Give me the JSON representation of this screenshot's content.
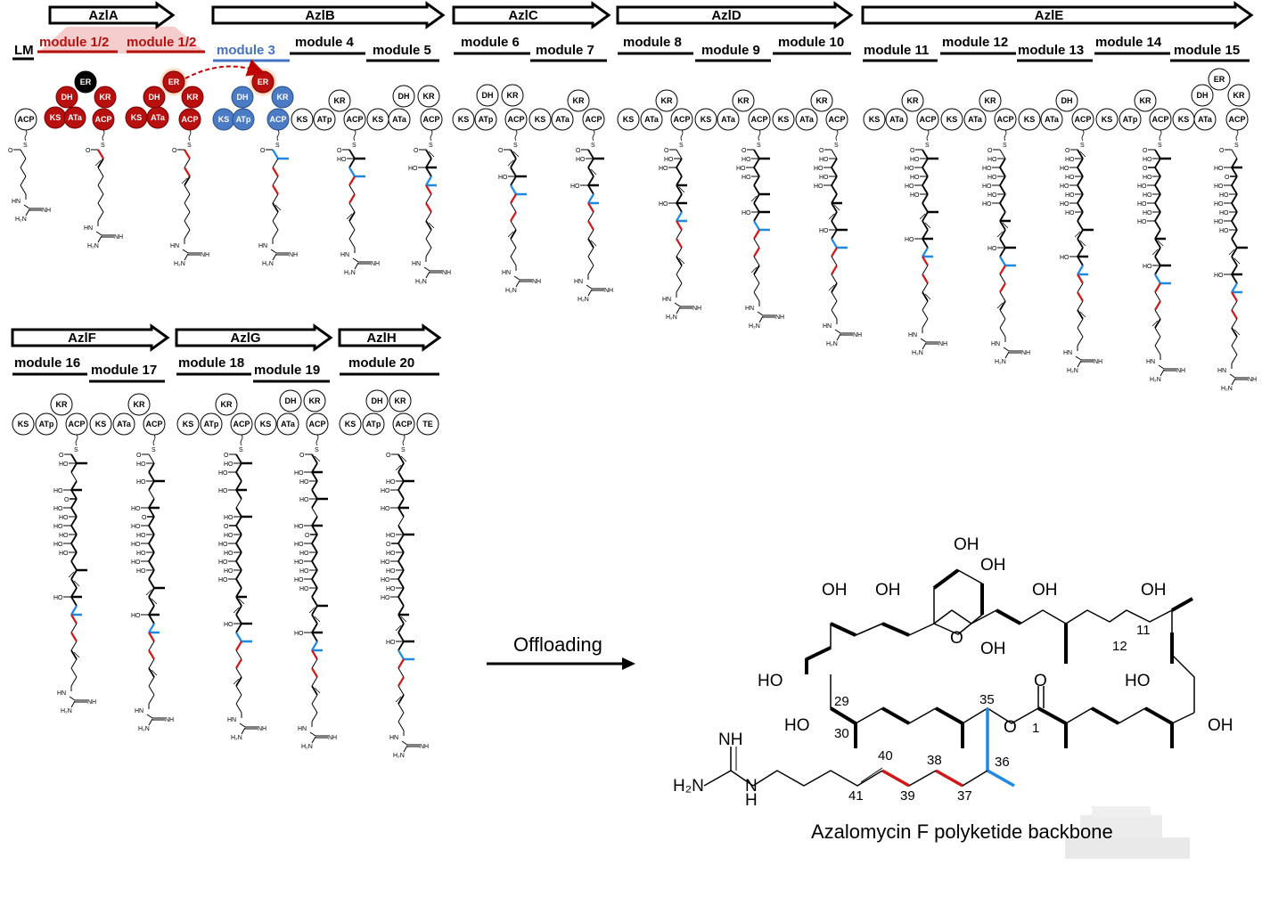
{
  "title": "Azalomycin F polyketide synthase assembly line",
  "colors": {
    "loading_red": "#b80f0f",
    "module3_blue": "#4472c4",
    "er_glow": "#f4b183",
    "reduction_red": "#d01818",
    "methyl_blue": "#1e88e5",
    "black": "#000000"
  },
  "genes": [
    {
      "id": "AzlA",
      "label": "AzlA",
      "row": 1
    },
    {
      "id": "AzlB",
      "label": "AzlB",
      "row": 1
    },
    {
      "id": "AzlC",
      "label": "AzlC",
      "row": 1
    },
    {
      "id": "AzlD",
      "label": "AzlD",
      "row": 1
    },
    {
      "id": "AzlE",
      "label": "AzlE",
      "row": 1
    },
    {
      "id": "AzlF",
      "label": "AzlF",
      "row": 2
    },
    {
      "id": "AzlG",
      "label": "AzlG",
      "row": 2
    },
    {
      "id": "AzlH",
      "label": "AzlH",
      "row": 2
    }
  ],
  "modules": [
    {
      "label": "LM",
      "gene": "AzlA",
      "color": "black",
      "domains": [
        "ACP"
      ]
    },
    {
      "label": "module  1/2",
      "gene": "AzlA",
      "color": "red",
      "domains": [
        "KS",
        "ATa",
        "DH",
        "ER",
        "KR",
        "ACP"
      ],
      "er_state": "black"
    },
    {
      "label": "module  1/2",
      "gene": "AzlA",
      "color": "red",
      "domains": [
        "KS",
        "ATa",
        "DH",
        "ER",
        "KR",
        "ACP"
      ],
      "er_state": "glow"
    },
    {
      "label": "module  3",
      "gene": "AzlB",
      "color": "blue",
      "domains": [
        "KS",
        "ATp",
        "DH",
        "ER",
        "KR",
        "ACP"
      ],
      "er_state": "glow-transferred"
    },
    {
      "label": "module  4",
      "gene": "AzlB",
      "color": "black",
      "domains": [
        "KS",
        "ATp",
        "KR",
        "ACP"
      ]
    },
    {
      "label": "module  5",
      "gene": "AzlB",
      "color": "black",
      "domains": [
        "KS",
        "ATa",
        "DH",
        "KR",
        "ACP"
      ]
    },
    {
      "label": "module  6",
      "gene": "AzlC",
      "color": "black",
      "domains": [
        "KS",
        "ATp",
        "DH",
        "KR",
        "ACP"
      ]
    },
    {
      "label": "module  7",
      "gene": "AzlC",
      "color": "black",
      "domains": [
        "KS",
        "ATa",
        "KR",
        "ACP"
      ]
    },
    {
      "label": "module  8",
      "gene": "AzlD",
      "color": "black",
      "domains": [
        "KS",
        "ATa",
        "KR",
        "ACP"
      ]
    },
    {
      "label": "module  9",
      "gene": "AzlD",
      "color": "black",
      "domains": [
        "KS",
        "ATa",
        "KR",
        "ACP"
      ]
    },
    {
      "label": "module  10",
      "gene": "AzlD",
      "color": "black",
      "domains": [
        "KS",
        "ATa",
        "KR",
        "ACP"
      ]
    },
    {
      "label": "module  11",
      "gene": "AzlE",
      "color": "black",
      "domains": [
        "KS",
        "ATa",
        "KR",
        "ACP"
      ]
    },
    {
      "label": "module  12",
      "gene": "AzlE",
      "color": "black",
      "domains": [
        "KS",
        "ATa",
        "KR",
        "ACP"
      ]
    },
    {
      "label": "module  13",
      "gene": "AzlE",
      "color": "black",
      "domains": [
        "KS",
        "ATa",
        "DH",
        "ACP"
      ]
    },
    {
      "label": "module  14",
      "gene": "AzlE",
      "color": "black",
      "domains": [
        "KS",
        "ATp",
        "KR",
        "ACP"
      ]
    },
    {
      "label": "module  15",
      "gene": "AzlE",
      "color": "black",
      "domains": [
        "KS",
        "ATa",
        "DH",
        "ER",
        "KR",
        "ACP"
      ]
    },
    {
      "label": "module  16",
      "gene": "AzlF",
      "color": "black",
      "domains": [
        "KS",
        "ATp",
        "KR",
        "ACP"
      ]
    },
    {
      "label": "module  17",
      "gene": "AzlF",
      "color": "black",
      "domains": [
        "KS",
        "ATa",
        "KR",
        "ACP"
      ]
    },
    {
      "label": "module  18",
      "gene": "AzlG",
      "color": "black",
      "domains": [
        "KS",
        "ATp",
        "KR",
        "ACP"
      ]
    },
    {
      "label": "module  19",
      "gene": "AzlG",
      "color": "black",
      "domains": [
        "KS",
        "ATa",
        "DH",
        "KR",
        "ACP"
      ]
    },
    {
      "label": "module  20",
      "gene": "AzlH",
      "color": "black",
      "domains": [
        "KS",
        "ATp",
        "DH",
        "KR",
        "ACP",
        "TE"
      ]
    }
  ],
  "chem_labels": {
    "ho": "HO",
    "oh": "OH",
    "o": "O",
    "hn": "HN",
    "nh": "NH",
    "h2n": "H₂N",
    "n": "N",
    "h": "H",
    "s": "S"
  },
  "offloading_label": "Offloading",
  "product": {
    "caption": "Azalomycin F polyketide backbone",
    "atom_numbers": [
      "1",
      "11",
      "12",
      "29",
      "30",
      "35",
      "36",
      "37",
      "38",
      "39",
      "40",
      "41"
    ],
    "labels": {
      "oh": "OH",
      "ho": "HO",
      "o": "O",
      "nh": "NH",
      "h2n": "H₂N",
      "n": "N",
      "h": "H"
    }
  }
}
